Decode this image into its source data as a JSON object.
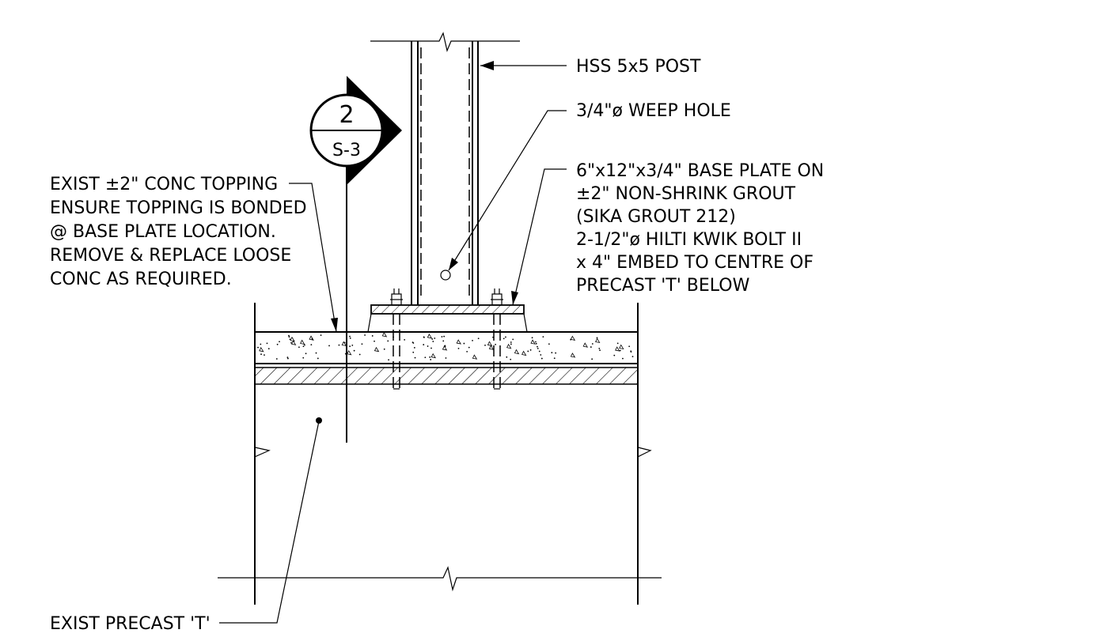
{
  "labels": {
    "post": "HSS 5x5 POST",
    "weep_hole": "3/4\"ø WEEP HOLE",
    "base_plate": [
      "6\"x12\"x3/4\" BASE PLATE ON",
      "±2\" NON-SHRINK GROUT",
      "(SIKA GROUT 212)",
      "2-1/2\"ø HILTI KWIK BOLT II",
      "x 4\" EMBED TO CENTRE OF",
      "PRECAST 'T' BELOW"
    ],
    "topping": [
      "EXIST ±2\" CONC TOPPING",
      "ENSURE TOPPING IS BONDED",
      "@ BASE PLATE LOCATION.",
      "REMOVE & REPLACE LOOSE",
      "CONC AS REQUIRED."
    ],
    "precast": "EXIST PRECAST 'T'"
  },
  "section_marker": {
    "number": "2",
    "sheet": "S-3"
  }
}
